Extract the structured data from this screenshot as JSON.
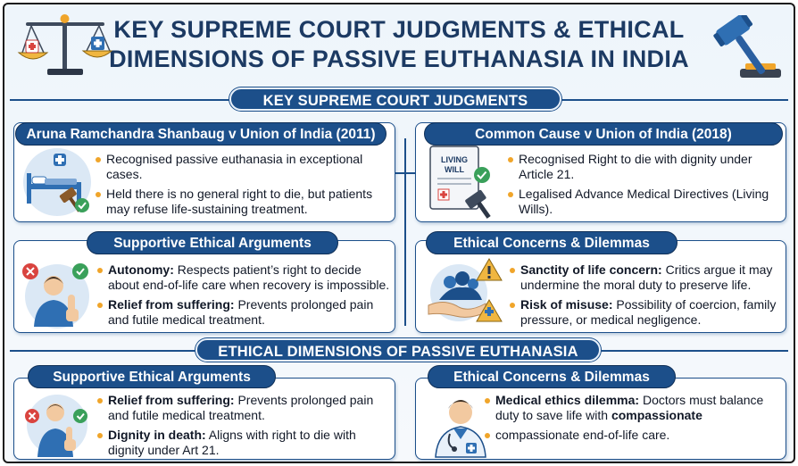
{
  "title": {
    "line1": "KEY SUPREME COURT JUDGMENTS & ETHICAL",
    "line2": "DIMENSIONS OF PASSIVE EUTHANASIA IN INDIA"
  },
  "section1": {
    "banner": "KEY SUPREME COURT JUDGMENTS",
    "aruna": {
      "heading": "Aruna Ramchandra Shanbaug v Union of India (2011)",
      "b1": "Recognised passive euthanasia in exceptional cases.",
      "b2": "Held there is no general right to die, but patients may refuse life-sustaining treatment."
    },
    "common_cause": {
      "heading": "Common Cause v Union of India (2018)",
      "icon_text_1": "LIVING",
      "icon_text_2": "WILL",
      "b1": "Recognised Right to die with dignity under Article 21.",
      "b2": "Legalised Advance Medical Directives (Living Wills)."
    },
    "supportive": {
      "heading": "Supportive Ethical Arguments",
      "b1_label": "Autonomy:",
      "b1_text": " Respects patient’s right to decide about end-of-life care when recovery is impossible.",
      "b2_label": "Relief from suffering:",
      "b2_text": " Prevents prolonged pain and futile medical treatment."
    },
    "concerns": {
      "heading": "Ethical Concerns & Dilemmas",
      "b1_label": "Sanctity of life concern:",
      "b1_text": " Critics argue it may undermine the moral duty to preserve life.",
      "b2_label": "Risk of misuse:",
      "b2_text": " Possibility of coercion, family pressure, or medical negligence."
    }
  },
  "section2": {
    "banner": "ETHICAL DIMENSIONS OF PASSIVE EUTHANASIA",
    "supportive": {
      "heading": "Supportive Ethical Arguments",
      "b1_label": "Relief from suffering:",
      "b1_text": " Prevents prolonged pain and futile medical treatment.",
      "b2_label": "Dignity in death:",
      "b2_text": " Aligns with right to die with dignity under Art 21."
    },
    "concerns": {
      "heading": "Ethical Concerns & Dilemmas",
      "b1_label": "Medical ethics dilemma:",
      "b1_text": " Doctors must balance duty to save life with ",
      "b1_strong": "compassionate",
      "b2_text": "compassionate end-of-life care."
    }
  },
  "colors": {
    "navy": "#1c3a63",
    "banner_blue": "#1c4f8a",
    "bullet_gold": "#f0a52a",
    "check_green": "#3aa05a",
    "cross_red": "#d9443f"
  }
}
